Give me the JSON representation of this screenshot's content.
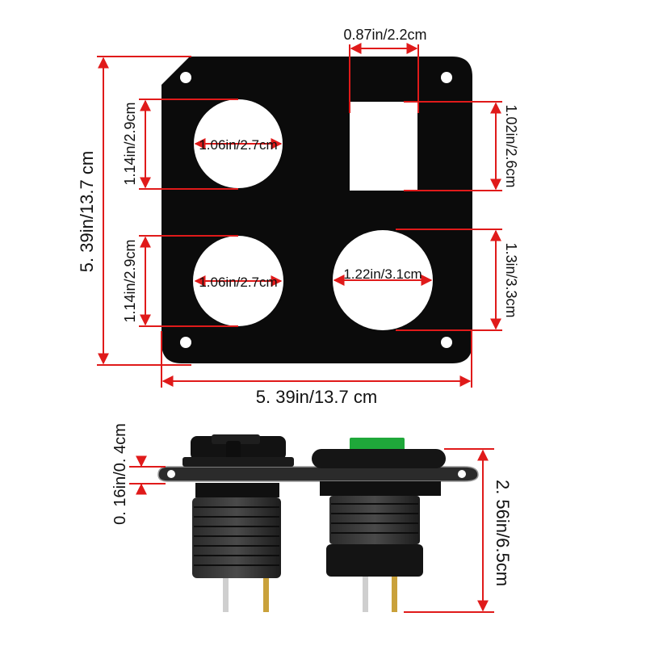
{
  "colors": {
    "dimension_line": "#e01a1a",
    "panel": "#0b0b0b",
    "hole": "#ffffff",
    "switch_led": "#1fa83a",
    "label_text": "#111111",
    "terminal_silver": "#cfcfcf",
    "terminal_gold": "#c9a13b"
  },
  "labels": {
    "rect_hole_width": "0.87in/2.2cm",
    "rect_hole_height": "1.02in/2.6cm",
    "top_left_hole_diameter": "1.06in/2.7cm",
    "top_left_hole_height": "1.14in/2.9cm",
    "bottom_left_hole_diameter": "1.06in/2.7cm",
    "bottom_left_hole_height": "1.14in/2.9cm",
    "large_hole_diameter": "1.22in/3.1cm",
    "large_hole_height": "1.3in/3.3cm",
    "panel_height": "5. 39in/13.7 cm",
    "panel_width": "5. 39in/13.7 cm",
    "panel_thickness": "0. 16in/0. 4cm",
    "socket_depth": "2. 56in/6.5cm"
  }
}
